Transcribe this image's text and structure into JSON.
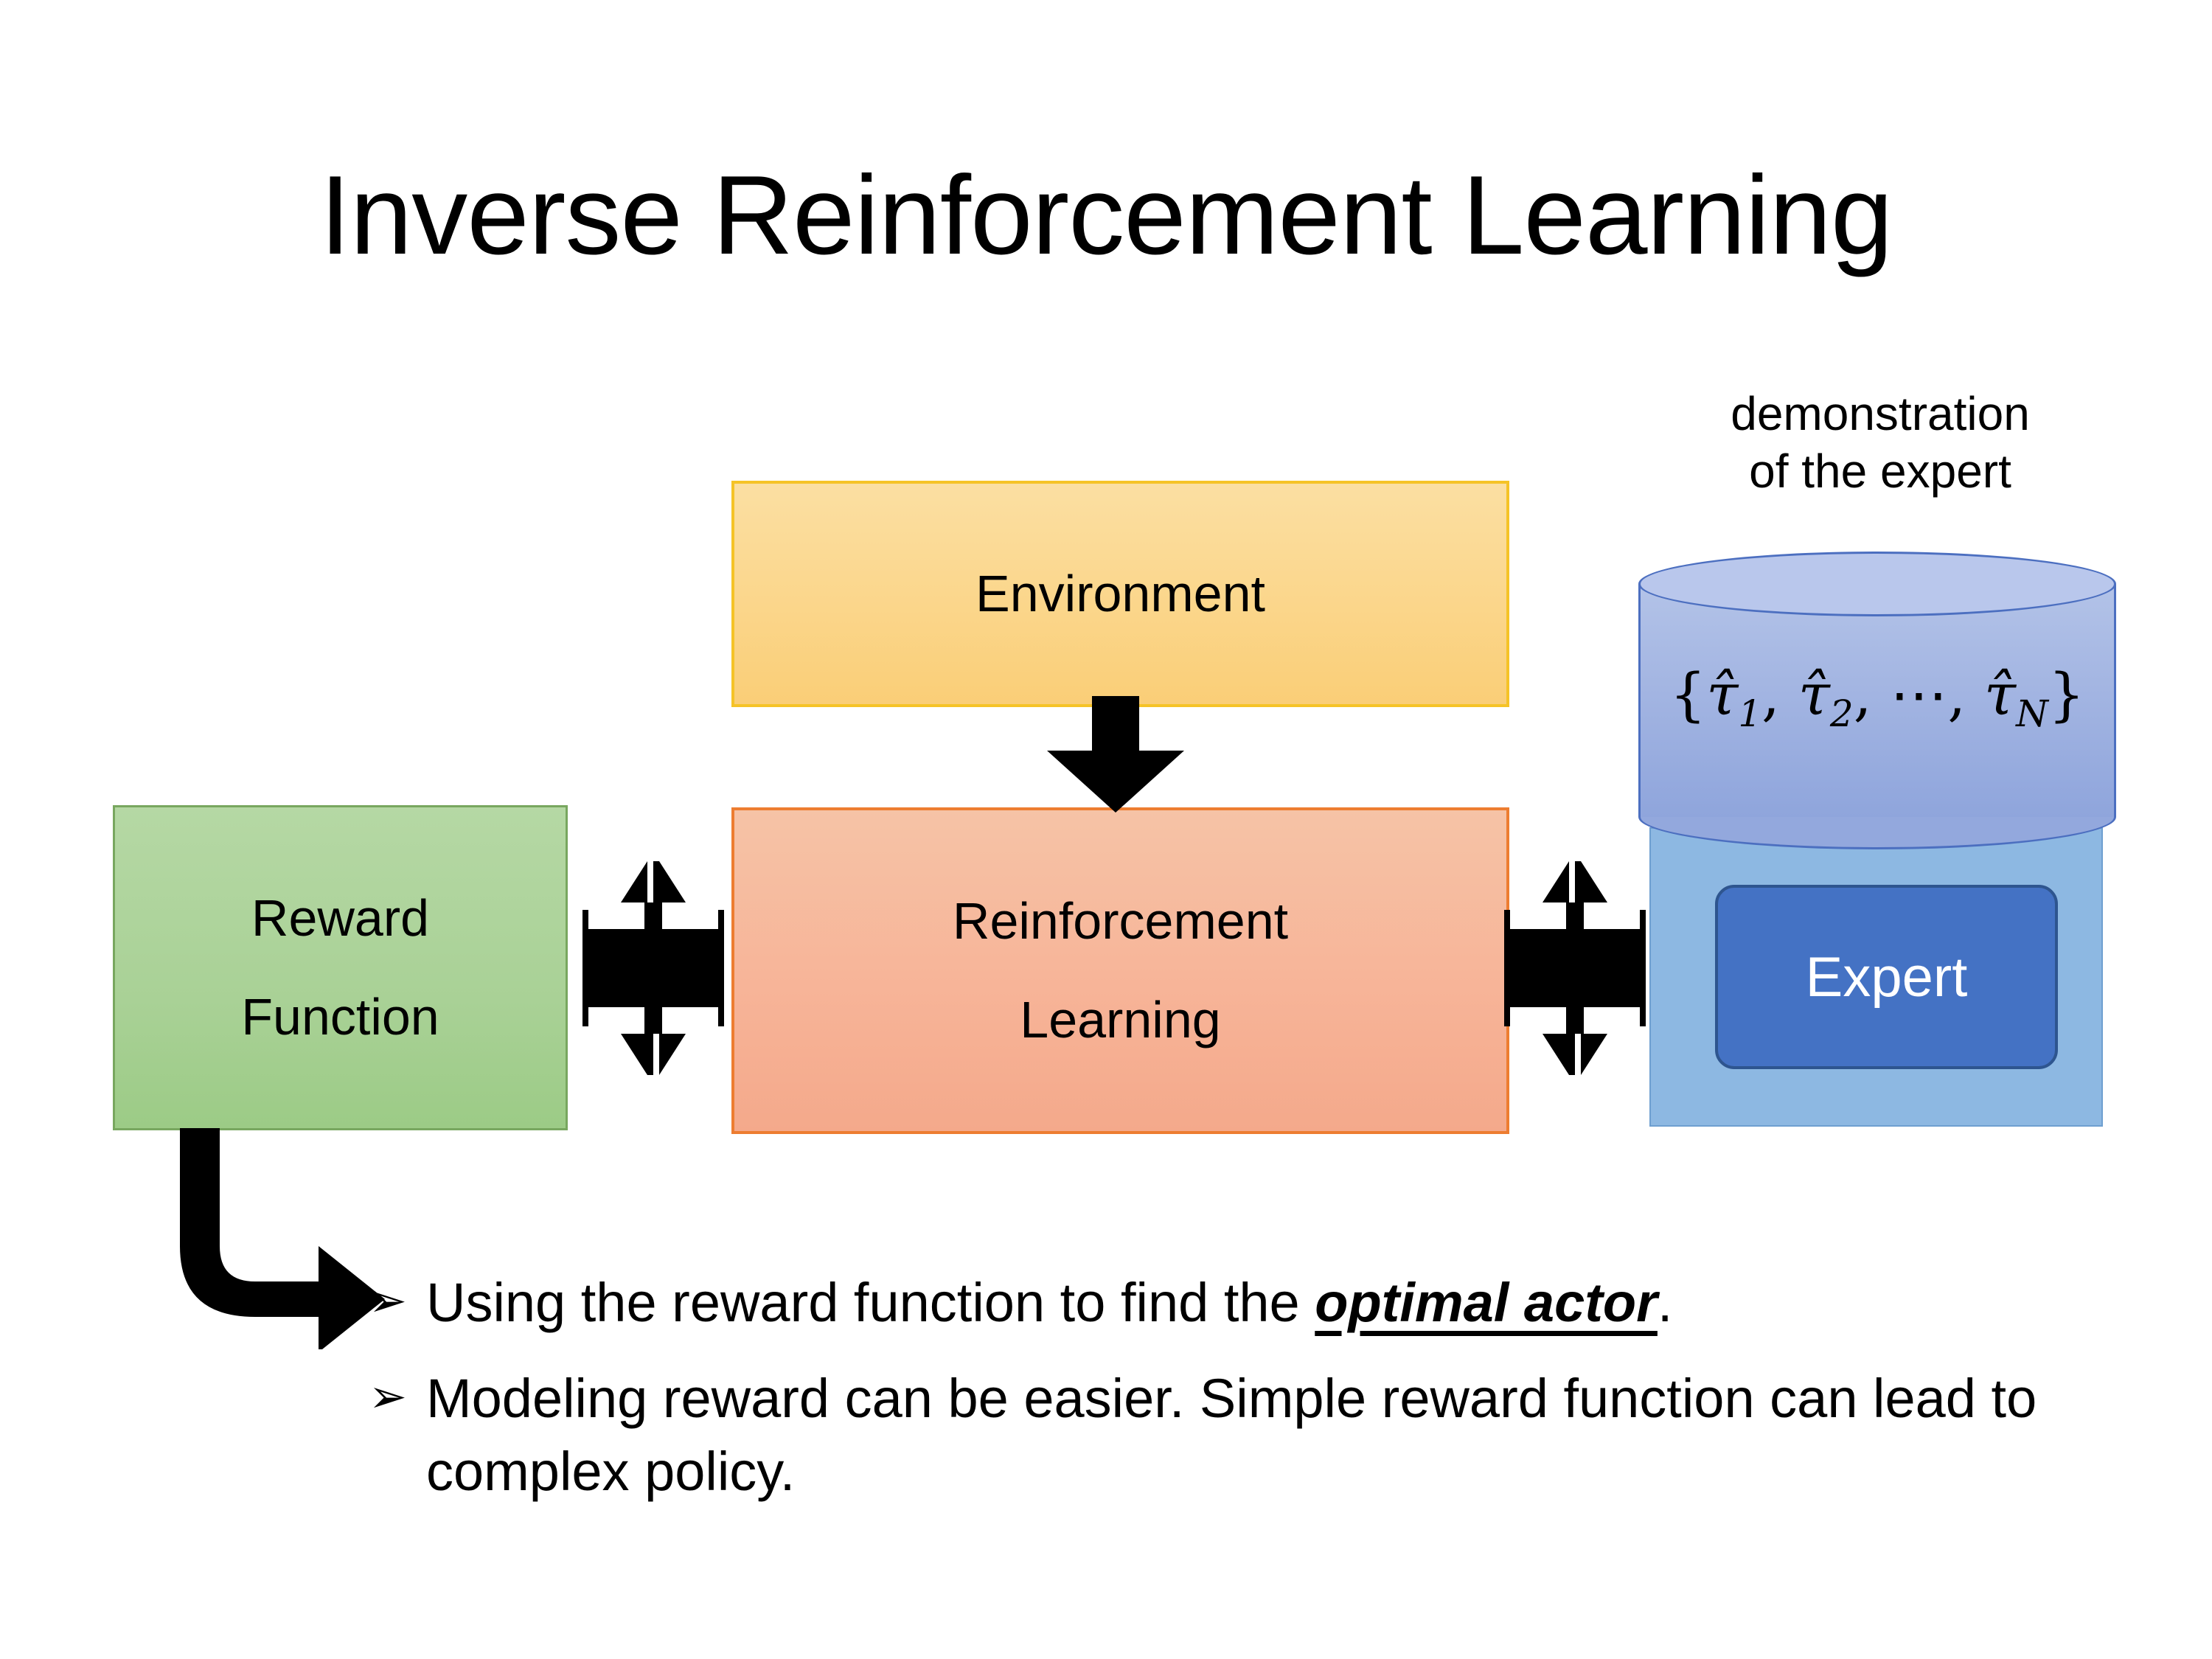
{
  "slide": {
    "title": "Inverse Reinforcement Learning"
  },
  "diagram": {
    "environment": {
      "label": "Environment",
      "fill": "#FBD68B",
      "border": "#F5C327"
    },
    "reinforcement_learning": {
      "line1": "Reinforcement",
      "line2": "Learning",
      "fill": "#F7B498",
      "border": "#ED7D31"
    },
    "reward_function": {
      "line1": "Reward",
      "line2": "Function",
      "fill": "#A9D196",
      "border": "#78A75F"
    },
    "expert": {
      "label": "Expert",
      "fill": "#4472C4",
      "border": "#2E558F",
      "text_color": "#FFFFFF"
    },
    "expert_panel": {
      "fill": "#8DB8E2",
      "border": "#6E9FD0"
    },
    "demonstration": {
      "caption_line1": "demonstration",
      "caption_line2": "of the expert",
      "set_open": "{",
      "tau1": "τ̂",
      "tau1_sub": "1",
      "comma1": ",",
      "tau2": "τ̂",
      "tau2_sub": "2",
      "comma2": ",",
      "ellipsis": "⋯",
      "comma3": ",",
      "tauN": "τ̂",
      "tauN_sub": "N",
      "set_close": "}",
      "cylinder_fill": "#A3B5E2",
      "cylinder_border": "#4C6FC0"
    },
    "arrows": {
      "environment_to_rl": "down-arrow",
      "reward_to_rl": "left-right-double-arrow",
      "rl_to_expert": "left-right-double-arrow",
      "reward_to_bullet": "elbow-arrow-down-right",
      "color": "#000000"
    }
  },
  "bullets": [
    {
      "glyph": "➢",
      "text_before": "Using the reward function to find the ",
      "emphasis": "optimal actor",
      "text_after": "."
    },
    {
      "glyph": "➢",
      "text_before": "Modeling reward can be easier. Simple reward function can lead to complex policy.",
      "emphasis": "",
      "text_after": ""
    }
  ]
}
